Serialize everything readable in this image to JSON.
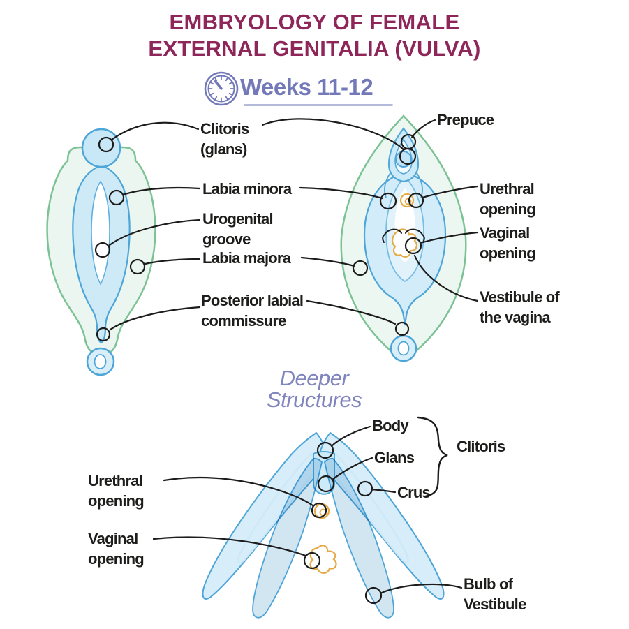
{
  "title": {
    "text": "EMBRYOLOGY OF FEMALE\nEXTERNAL GENITALIA (VULVA)",
    "color": "#8e2659"
  },
  "stage": {
    "label": "Weeks 11-12",
    "icon": "stopwatch-icon",
    "color": "#7278b8"
  },
  "deeper_section": {
    "title": "Deeper\nStructures",
    "color": "#8085be"
  },
  "labels": {
    "clitoris_glans": "Clitoris\n(glans)",
    "labia_minora": "Labia minora",
    "urogenital_groove": "Urogenital\ngroove",
    "labia_majora": "Labia majora",
    "posterior_labial_commissure": "Posterior labial\ncommissure",
    "prepuce": "Prepuce",
    "urethral_opening_top": "Urethral\nopening",
    "vaginal_opening_top": "Vaginal\nopening",
    "vestibule_of_vagina": "Vestibule of\nthe vagina",
    "body": "Body",
    "glans": "Glans",
    "crus": "Crus",
    "clitoris_group": "Clitoris",
    "urethral_opening_deep": "Urethral\nopening",
    "vaginal_opening_deep": "Vaginal\nopening",
    "bulb_of_vestibule": "Bulb of\nVestibule"
  },
  "colors": {
    "label_text": "#1d1d1b",
    "green_outline": "#7cc294",
    "green_fill": "#eaf6ef",
    "blue_outline": "#4da5d8",
    "blue_fill": "#cfeaf7",
    "yellow_outline": "#e3aa45",
    "leader_line": "#1c1c1c"
  }
}
